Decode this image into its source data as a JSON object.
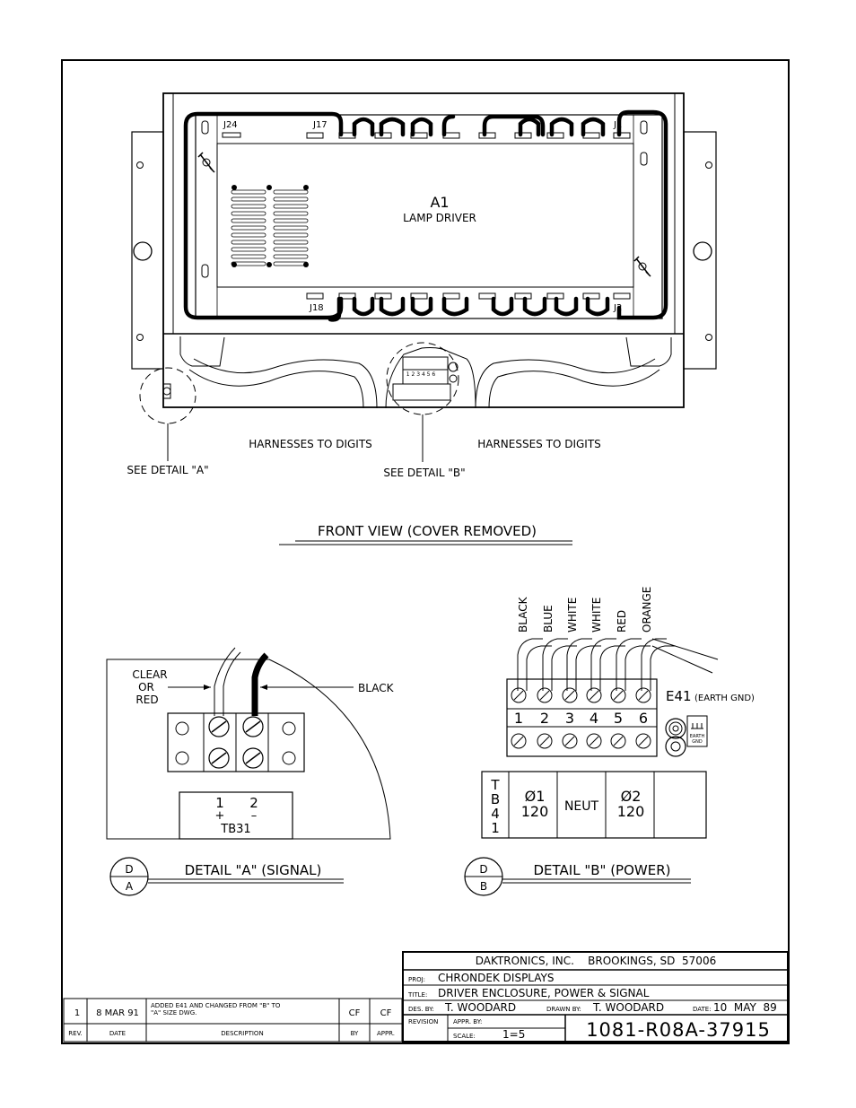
{
  "front_view": {
    "a1_label": "A1",
    "lamp_driver_label": "LAMP DRIVER",
    "connectors": {
      "j24": "J24",
      "j17": "J17",
      "j1": "J1",
      "j18": "J18",
      "j2": "J2"
    },
    "harness_left": "HARNESSES TO DIGITS",
    "harness_right": "HARNESSES TO DIGITS",
    "see_detail_a": "SEE DETAIL \"A\"",
    "see_detail_b": "SEE DETAIL \"B\"",
    "title": "FRONT VIEW (COVER REMOVED)"
  },
  "detail_a": {
    "clear_or_red": [
      "CLEAR",
      "OR",
      "RED"
    ],
    "black": "BLACK",
    "terminal_nums": [
      "1",
      "2"
    ],
    "polarity": [
      "+",
      "–"
    ],
    "tb_label": "TB31",
    "bubble_top": "D",
    "bubble_bottom": "A",
    "title": "DETAIL \"A\" (SIGNAL)"
  },
  "detail_b": {
    "wires": [
      "BLACK",
      "BLUE",
      "WHITE",
      "WHITE",
      "RED",
      "ORANGE"
    ],
    "terminals": [
      "1",
      "2",
      "3",
      "4",
      "5",
      "6"
    ],
    "e41": "E41",
    "e41_note": "(EARTH GND)",
    "earth_small": [
      "EARTH",
      "GND"
    ],
    "tb_letters": [
      "T",
      "B",
      "4",
      "1"
    ],
    "phase1": [
      "Ø1",
      "120"
    ],
    "neut": "NEUT",
    "phase2": [
      "Ø2",
      "120"
    ],
    "bubble_top": "D",
    "bubble_bottom": "B",
    "title": "DETAIL \"B\" (POWER)"
  },
  "title_block": {
    "company": "DAKTRONICS, INC.    BROOKINGS, SD  57006",
    "proj_label": "PROJ:",
    "proj": "CHRONDEK DISPLAYS",
    "title_label": "TITLE:",
    "title": "DRIVER ENCLOSURE, POWER & SIGNAL",
    "des_label": "DES. BY:",
    "des": "T. WOODARD",
    "drawn_label": "DRAWN BY:",
    "drawn": "T. WOODARD",
    "date_label": "DATE:",
    "date": "10  MAY  89",
    "revision_label": "REVISION",
    "appr_label": "APPR. BY:",
    "scale_label": "SCALE:",
    "scale": "1=5",
    "drawing_number": "1081-R08A-37915"
  },
  "revision_block": {
    "rev": "1",
    "date": "8  MAR  91",
    "description": [
      "ADDED E41 AND CHANGED FROM \"B\" TO",
      "\"A\" SIZE DWG."
    ],
    "by": "CF",
    "appr": "CF",
    "headers": {
      "rev": "REV.",
      "date": "DATE",
      "description": "DESCRIPTION",
      "by": "BY",
      "appr": "APPR."
    }
  }
}
